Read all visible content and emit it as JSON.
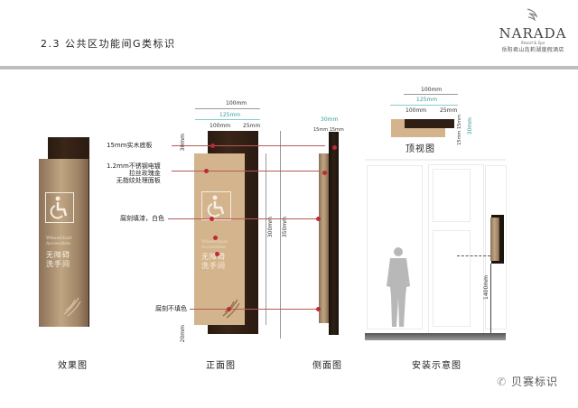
{
  "header": {
    "section_title": "2.3 公共区功能间G类标识",
    "logo": {
      "icon": "feather-wing-icon",
      "brand": "NARADA",
      "tagline": "Resort & Spa",
      "hotel_name": "岳阳君山岛莉湖度假酒店"
    }
  },
  "sign": {
    "icon": "wheelchair-accessible-icon",
    "english": [
      "Wheelchair",
      "Accessible"
    ],
    "chinese": [
      "无障碍",
      "洗手间"
    ],
    "ornament": "feather-ornament-icon"
  },
  "views": {
    "effect": {
      "caption": "效果图"
    },
    "front": {
      "caption": "正面图",
      "dims": {
        "top_total": "100mm",
        "top_overall": "125mm",
        "panel_width": "100mm",
        "offset": "25mm",
        "top_margin": "30mm",
        "panel_height": "300mm",
        "total_height": "350mm",
        "bottom_margin": "20mm"
      },
      "annotations": [
        "15mm实木底板",
        "1.2mm不锈钢电镀",
        "拉丝玫瑰金",
        "无指纹处理面板",
        "腐刻填漆，白色",
        "腐刻不填色"
      ]
    },
    "side": {
      "caption": "侧面图",
      "dims": {
        "total": "30mm",
        "layers": "15mm 15mm"
      }
    },
    "top": {
      "caption": "顶视图",
      "dims": {
        "top_total": "100mm",
        "overall": "125mm",
        "panel": "100mm",
        "offset": "25mm",
        "layers": "15mm 15mm",
        "depth": "30mm"
      }
    },
    "install": {
      "caption": "安装示意图",
      "height": "1400mm",
      "figure": "person-silhouette-icon"
    }
  },
  "watermark": {
    "icon": "wechat-icon",
    "text": "贝赛标识"
  },
  "colors": {
    "wood": "#2f1f14",
    "metal": "#c0a582",
    "flat_panel": "#d4b48c",
    "annotation_dot": "#c0283a",
    "rule": "#bdbdbd"
  }
}
